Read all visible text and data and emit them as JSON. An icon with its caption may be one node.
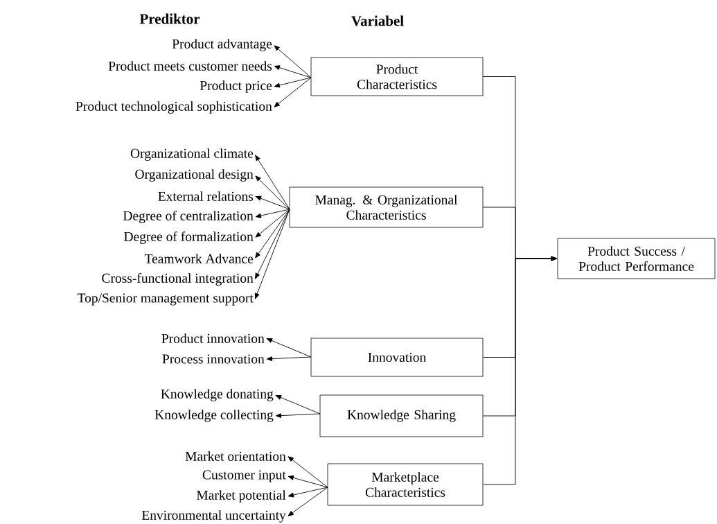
{
  "diagram": {
    "nodes": [
      {
        "text": [
          "Product Characteristics"
        ]
      },
      {
        "text": [
          "Manag. & Organizational Characteristics"
        ]
      },
      {
        "text": [
          "Innovation"
        ]
      },
      {
        "text": [
          "Knowledge Sharing"
        ]
      },
      {
        "text": [
          "Marketplace Characteristics"
        ]
      },
      {
        "text": [
          "Product Success / Product Performance"
        ]
      },
      {
        "text": [
          "Product advantage"
        ]
      },
      {
        "text": [
          "Product meets customer needs"
        ]
      },
      {
        "text": [
          "Product price"
        ]
      },
      {
        "text": [
          "Product technological sophistication"
        ]
      },
      {
        "text": [
          "Organizational climate"
        ]
      },
      {
        "text": [
          "Organizational design"
        ]
      },
      {
        "text": [
          "External relations"
        ]
      },
      {
        "text": [
          "Degree of centralization"
        ]
      },
      {
        "text": [
          "Degree of formalization"
        ]
      },
      {
        "text": [
          "Teamwork Advance"
        ]
      },
      {
        "text": [
          "Cross-functional integration"
        ]
      },
      {
        "text": [
          "Top/Senior management support"
        ]
      },
      {
        "text": [
          "Product innovation"
        ]
      },
      {
        "text": [
          "Process innovation"
        ]
      },
      {
        "text": [
          "Knowledge donating"
        ]
      },
      {
        "text": [
          "Knowledge collecting"
        ]
      },
      {
        "text": [
          "Market orientation"
        ]
      },
      {
        "text": [
          "Customer input"
        ]
      },
      {
        "text": [
          "Market potential"
        ]
      },
      {
        "text": [
          "Environmental uncertainty"
        ]
      }
    ],
    "edges": [
      {
        "from": 0,
        "to": 5,
        "arrow": "to"
      },
      {
        "from": 1,
        "to": 5,
        "arrow": "to"
      },
      {
        "from": 2,
        "to": 5,
        "arrow": "to"
      },
      {
        "from": 3,
        "to": 5,
        "arrow": "to"
      },
      {
        "from": 4,
        "to": 5,
        "arrow": "to"
      },
      {
        "from": 0,
        "to": 6,
        "arrow": "to"
      },
      {
        "from": 0,
        "to": 7,
        "arrow": "to"
      },
      {
        "from": 0,
        "to": 8,
        "arrow": "to"
      },
      {
        "from": 0,
        "to": 9,
        "arrow": "to"
      },
      {
        "from": 1,
        "to": 10,
        "arrow": "to"
      },
      {
        "from": 1,
        "to": 11,
        "arrow": "to"
      },
      {
        "from": 1,
        "to": 12,
        "arrow": "to"
      },
      {
        "from": 1,
        "to": 13,
        "arrow": "to"
      },
      {
        "from": 1,
        "to": 14,
        "arrow": "to"
      },
      {
        "from": 1,
        "to": 15,
        "arrow": "to"
      },
      {
        "from": 1,
        "to": 16,
        "arrow": "to"
      },
      {
        "from": 1,
        "to": 17,
        "arrow": "to"
      },
      {
        "from": 2,
        "to": 18,
        "arrow": "to"
      },
      {
        "from": 2,
        "to": 19,
        "arrow": "to"
      },
      {
        "from": 3,
        "to": 20,
        "arrow": "to"
      },
      {
        "from": 3,
        "to": 21,
        "arrow": "to"
      },
      {
        "from": 4,
        "to": 22,
        "arrow": "to"
      },
      {
        "from": 4,
        "to": 23,
        "arrow": "to"
      },
      {
        "from": 4,
        "to": 24,
        "arrow": "to"
      },
      {
        "from": 4,
        "to": 25,
        "arrow": "to"
      }
    ],
    "labels": [
      "Prediktor",
      "Variabel"
    ]
  }
}
